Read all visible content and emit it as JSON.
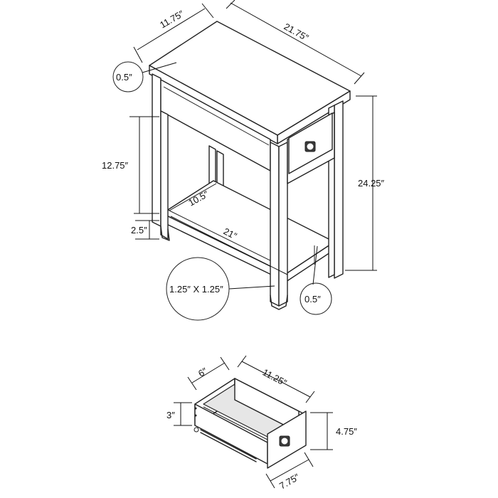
{
  "table": {
    "depth": "11.75″",
    "length": "21.75″",
    "top_thickness": "0.5″",
    "shelf_clearance": "12.75″",
    "height": "24.25″",
    "shelf_depth": "10.5″",
    "shelf_length": "21″",
    "shelf_height": "2.5″",
    "leg_size": "1.25″ X 1.25″",
    "shelf_thickness": "0.5″"
  },
  "drawer": {
    "depth": "6″",
    "length": "11.25″",
    "side_height": "3″",
    "front_height": "4.75″",
    "front_width": "7.75″"
  }
}
